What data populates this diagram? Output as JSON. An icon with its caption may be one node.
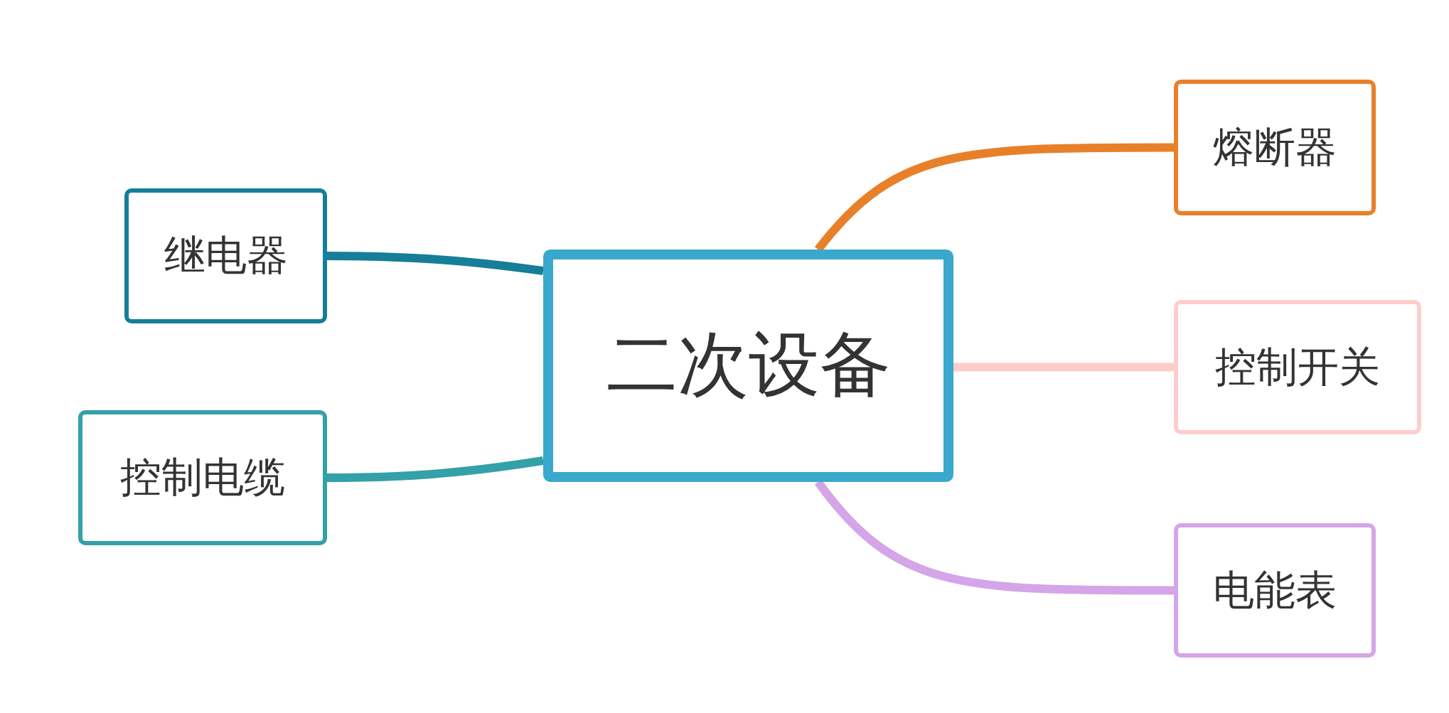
{
  "diagram": {
    "nodes": [
      {
        "text": [
          "二次设备"
        ]
      },
      {
        "text": [
          "继电器"
        ]
      },
      {
        "text": [
          "控制电缆"
        ]
      },
      {
        "text": [
          "熔断器"
        ]
      },
      {
        "text": [
          "控制开关"
        ]
      },
      {
        "text": [
          "电能表"
        ]
      }
    ],
    "edges": [
      {
        "from": 0,
        "to": 1,
        "arrow": "none",
        "color": "#167e98"
      },
      {
        "from": 0,
        "to": 2,
        "arrow": "none",
        "color": "#34a0a8"
      },
      {
        "from": 0,
        "to": 3,
        "arrow": "none",
        "color": "#e8802a"
      },
      {
        "from": 0,
        "to": 4,
        "arrow": "none",
        "color": "#ffcccc"
      },
      {
        "from": 0,
        "to": 5,
        "arrow": "none",
        "color": "#d4a5e8"
      }
    ]
  }
}
